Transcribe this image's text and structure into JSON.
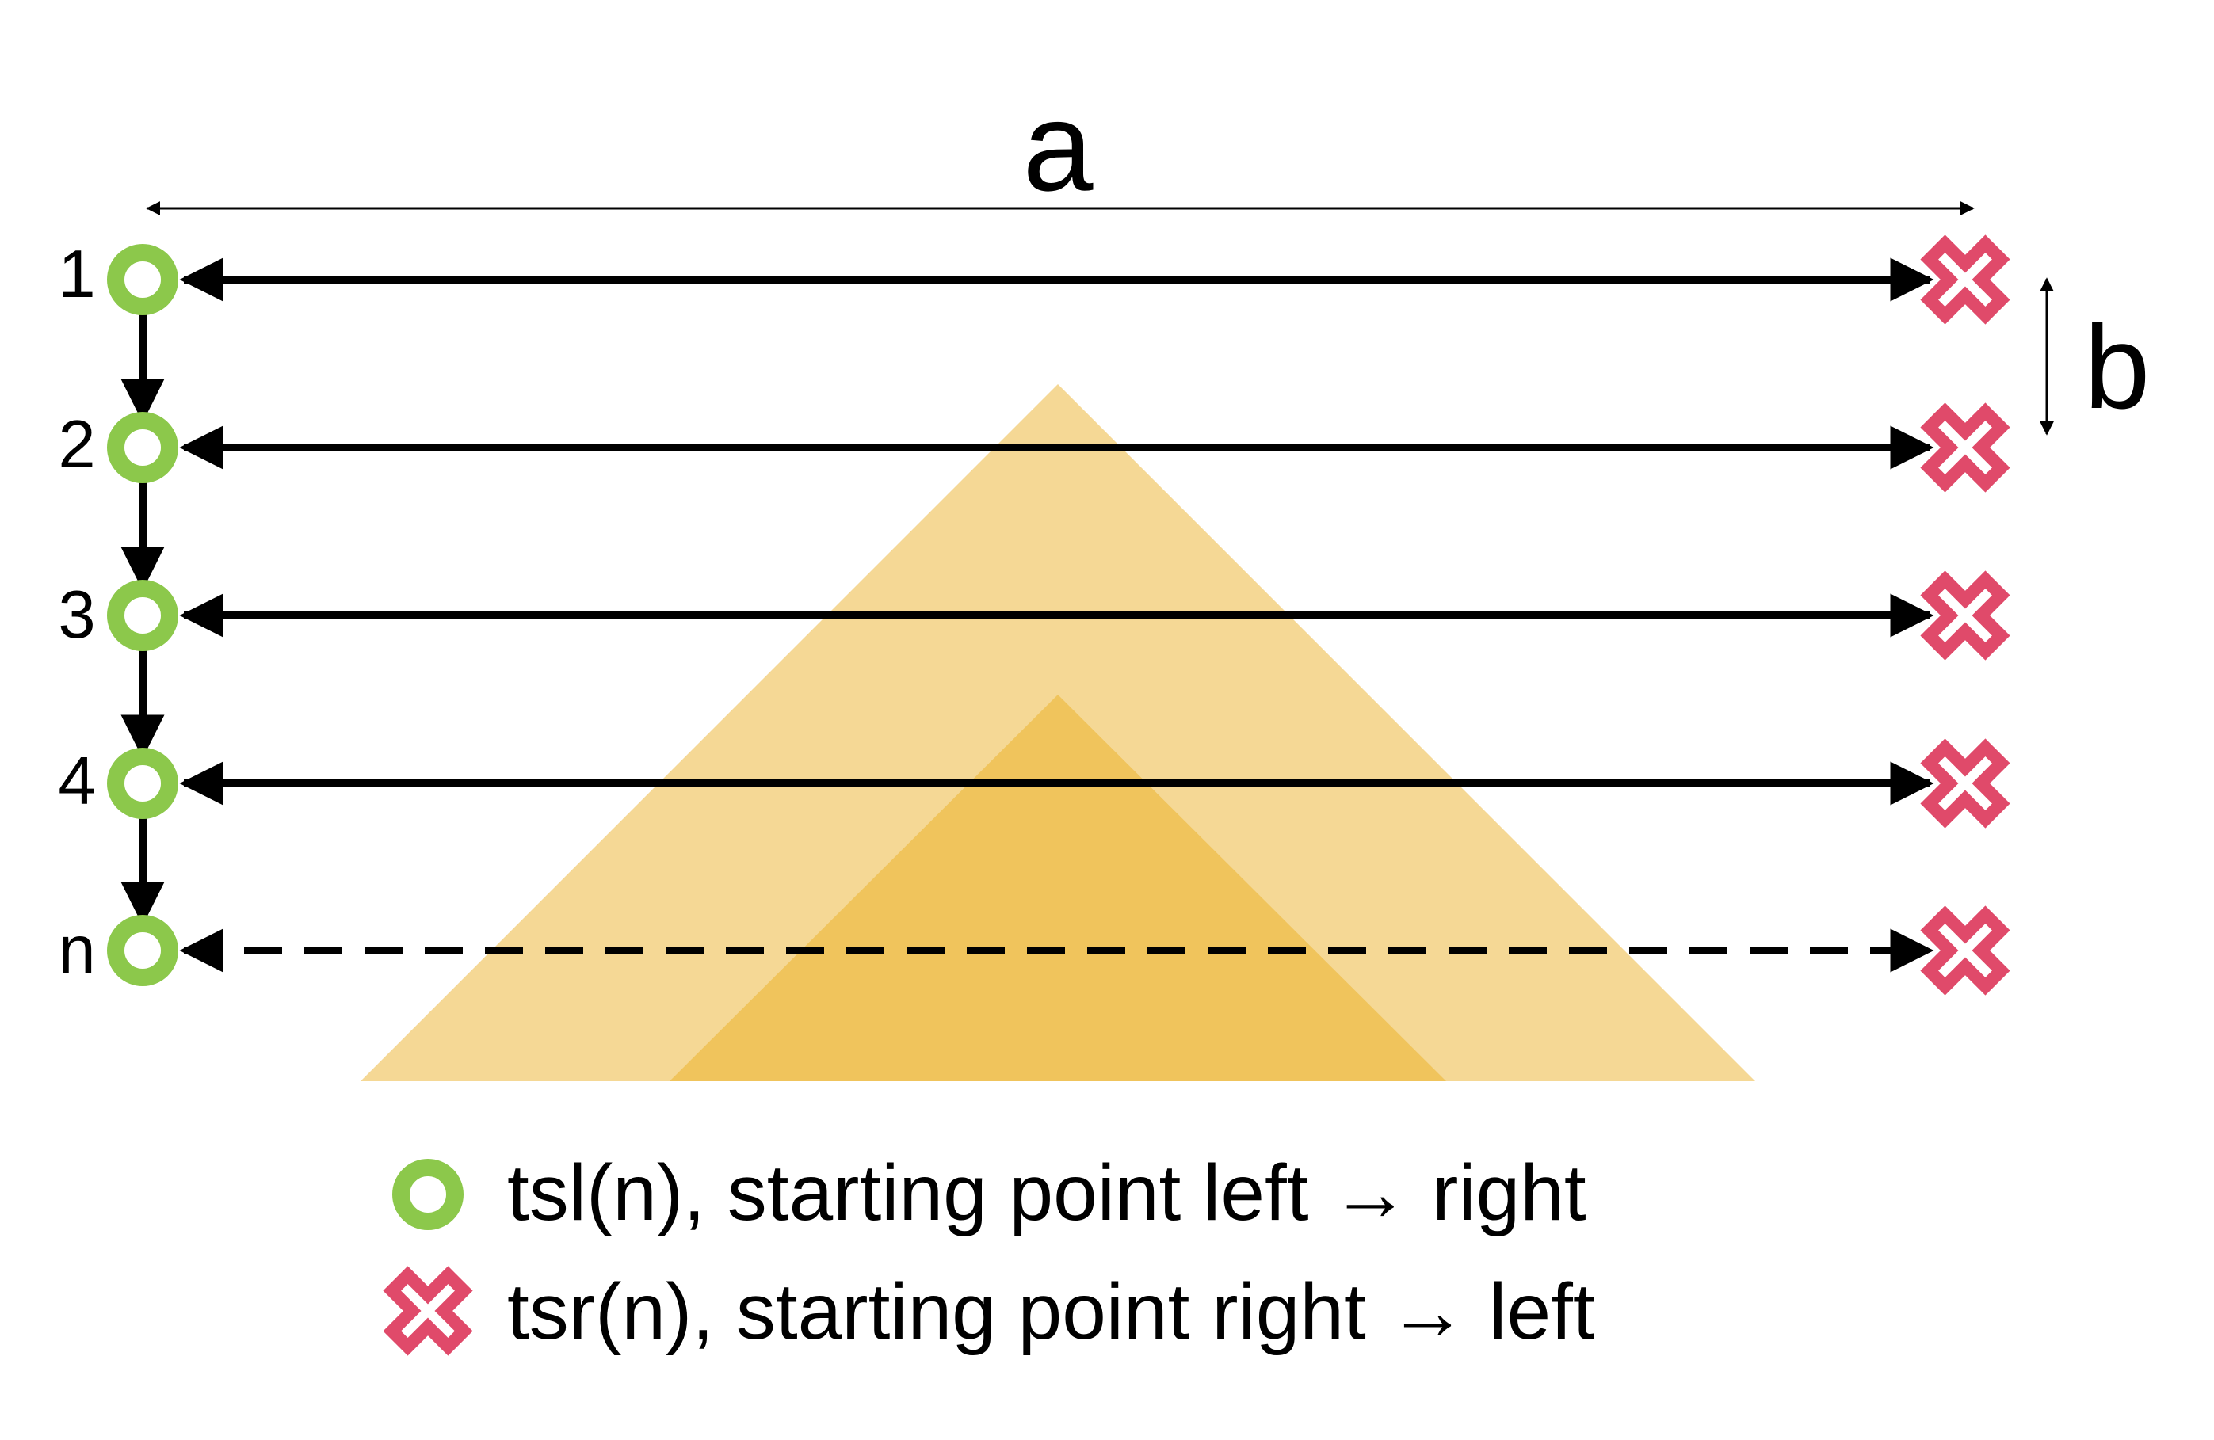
{
  "dimension_labels": {
    "width": "a",
    "spacing": "b"
  },
  "rows": [
    {
      "label": "1",
      "style": "solid"
    },
    {
      "label": "2",
      "style": "solid"
    },
    {
      "label": "3",
      "style": "solid"
    },
    {
      "label": "4",
      "style": "solid"
    },
    {
      "label": "n",
      "style": "dashed"
    }
  ],
  "legend": [
    {
      "marker": "ring-icon",
      "text": "tsl(n), starting point left → right"
    },
    {
      "marker": "cross-icon",
      "text": "tsr(n), starting point right → left"
    }
  ],
  "colors": {
    "start_left": "#8cc84b",
    "start_right": "#e04a6a",
    "outer_triangle": "#f5d895",
    "inner_triangle": "#f0c45c",
    "line": "#000000"
  }
}
